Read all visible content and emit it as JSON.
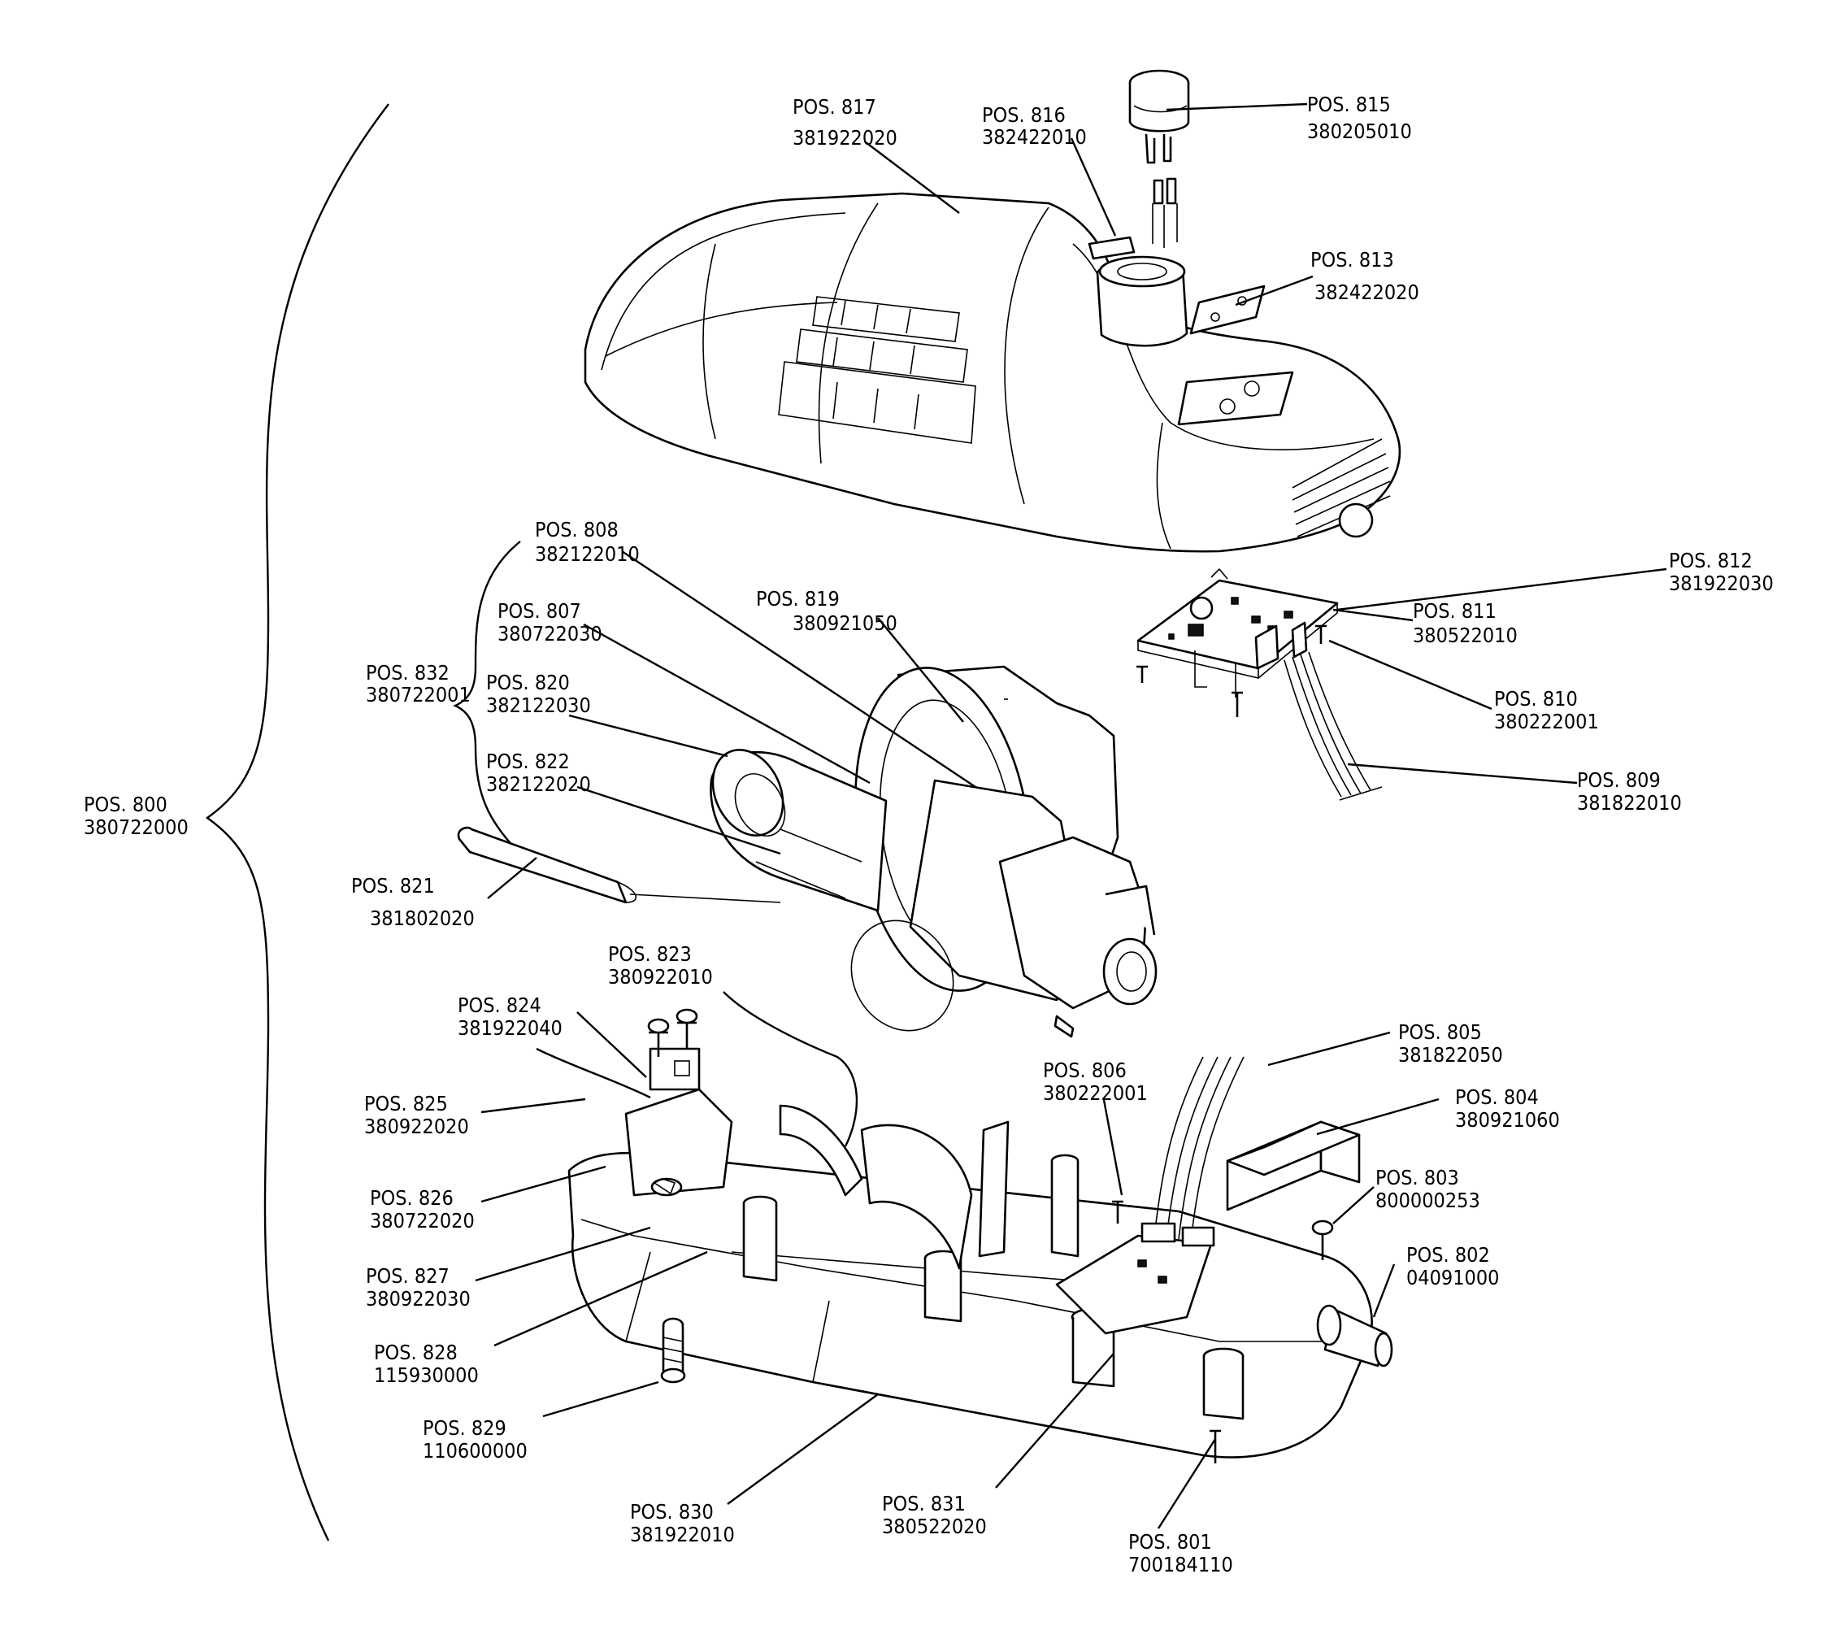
{
  "assembly": {
    "pos": "POS. 800",
    "code": "380722000"
  },
  "subassembly": {
    "pos": "POS. 832",
    "code": "380722001"
  },
  "parts": [
    {
      "id": "801",
      "pos": "POS. 801",
      "code": "700184110"
    },
    {
      "id": "802",
      "pos": "POS. 802",
      "code": "04091000"
    },
    {
      "id": "803",
      "pos": "POS. 803",
      "code": "800000253"
    },
    {
      "id": "804",
      "pos": "POS. 804",
      "code": "380921060"
    },
    {
      "id": "805",
      "pos": "POS. 805",
      "code": "381822050"
    },
    {
      "id": "806",
      "pos": "POS. 806",
      "code": "380222001"
    },
    {
      "id": "807",
      "pos": "POS. 807",
      "code": "380722030"
    },
    {
      "id": "808",
      "pos": "POS. 808",
      "code": "382122010"
    },
    {
      "id": "809",
      "pos": "POS. 809",
      "code": "381822010"
    },
    {
      "id": "810",
      "pos": "POS. 810",
      "code": "380222001"
    },
    {
      "id": "811",
      "pos": "POS. 811",
      "code": "380522010"
    },
    {
      "id": "812",
      "pos": "POS. 812",
      "code": "381922030"
    },
    {
      "id": "813",
      "pos": "POS. 813",
      "code": "382422020"
    },
    {
      "id": "815",
      "pos": "POS. 815",
      "code": "380205010"
    },
    {
      "id": "816",
      "pos": "POS. 816",
      "code": "382422010"
    },
    {
      "id": "817",
      "pos": "POS. 817",
      "code": "381922020"
    },
    {
      "id": "819",
      "pos": "POS. 819",
      "code": "380921050"
    },
    {
      "id": "820",
      "pos": "POS. 820",
      "code": "382122030"
    },
    {
      "id": "821",
      "pos": "POS. 821",
      "code": "381802020"
    },
    {
      "id": "822",
      "pos": "POS. 822",
      "code": "382122020"
    },
    {
      "id": "823",
      "pos": "POS. 823",
      "code": "380922010"
    },
    {
      "id": "824",
      "pos": "POS. 824",
      "code": "381922040"
    },
    {
      "id": "825",
      "pos": "POS. 825",
      "code": "380922020"
    },
    {
      "id": "826",
      "pos": "POS. 826",
      "code": "380722020"
    },
    {
      "id": "827",
      "pos": "POS. 827",
      "code": "380922030"
    },
    {
      "id": "828",
      "pos": "POS. 828",
      "code": "115930000"
    },
    {
      "id": "829",
      "pos": "POS. 829",
      "code": "110600000"
    },
    {
      "id": "830",
      "pos": "POS. 830",
      "code": "381922010"
    },
    {
      "id": "831",
      "pos": "POS. 831",
      "code": "380522020"
    }
  ]
}
